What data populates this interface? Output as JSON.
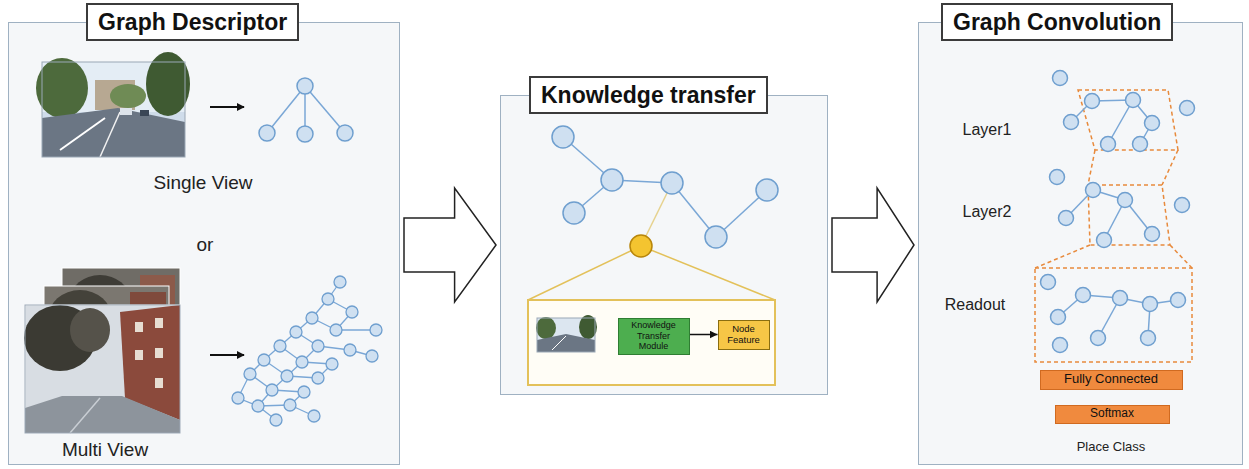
{
  "diagram": {
    "nodes": [
      {
        "text": [
          "Graph Descriptor"
        ]
      },
      {
        "text": [
          "Knowledge transfer"
        ]
      },
      {
        "text": [
          "Knowledge Transfer Module"
        ],
        "in": 1
      },
      {
        "text": [
          "Node Feature"
        ],
        "in": 1
      },
      {
        "text": [
          "Graph Convolution"
        ]
      },
      {
        "text": [
          "Fully Connected"
        ],
        "in": 4
      },
      {
        "text": [
          "Softmax"
        ],
        "in": 4
      }
    ],
    "edges": [
      {
        "from": 0,
        "to": 1,
        "arrow": "to"
      },
      {
        "from": 1,
        "to": 4,
        "arrow": "to"
      },
      {
        "from": 2,
        "to": 3,
        "arrow": "to"
      }
    ],
    "labels": [
      "Single View",
      "or",
      "Multi View",
      "Layer1",
      "Layer2",
      "Readout",
      "Place Class"
    ]
  }
}
